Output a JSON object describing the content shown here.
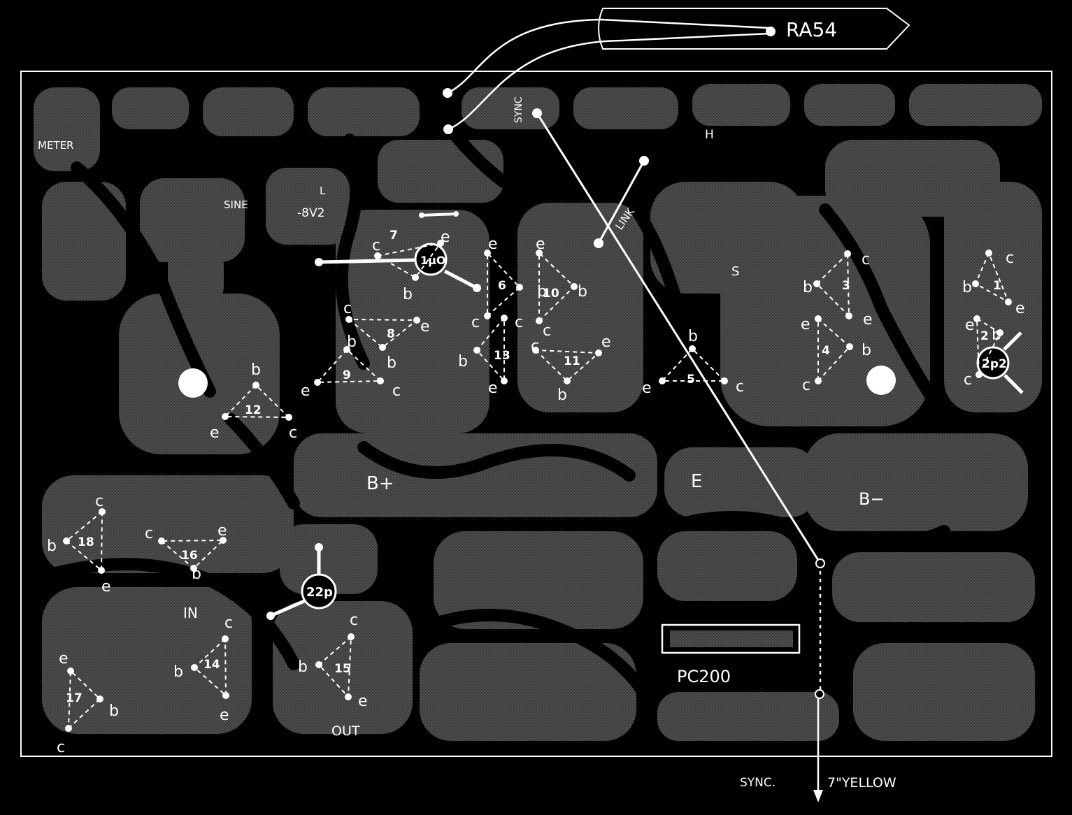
{
  "board": {
    "title": "PC200",
    "board_label_value": "RA54",
    "sync_label_rot": "SYNC",
    "link_label": "LINK",
    "meter_label": "METER",
    "sine_label": "SINE",
    "l_label": "L",
    "v_label": "-8V2",
    "h_label": "H",
    "s_label": "S",
    "bplus_label": "B+",
    "e_label": "E",
    "bminus_label": "B−",
    "in_label": "IN",
    "out_label": "OUT",
    "sync_bottom": "SYNC.",
    "yellow_label": "7\"YELLOW",
    "cap_100": "1μO",
    "cap_2p2": "2p2",
    "cap_22p": "22p"
  },
  "transistors": [
    {
      "id": "t1",
      "num": "1",
      "c": "c",
      "b": "b",
      "e": "e"
    },
    {
      "id": "t2",
      "num": "2",
      "c": "c",
      "b": "b",
      "e": "e"
    },
    {
      "id": "t3",
      "num": "3",
      "c": "c",
      "b": "b",
      "e": "e"
    },
    {
      "id": "t4",
      "num": "4",
      "c": "c",
      "b": "b",
      "e": "e"
    },
    {
      "id": "t5",
      "num": "5",
      "c": "c",
      "b": "b",
      "e": "e"
    },
    {
      "id": "t6",
      "num": "6",
      "c": "c",
      "b": "b",
      "e": "e"
    },
    {
      "id": "t7",
      "num": "7",
      "c": "c",
      "b": "b",
      "e": "e"
    },
    {
      "id": "t8",
      "num": "8",
      "c": "c",
      "b": "b",
      "e": "e"
    },
    {
      "id": "t9",
      "num": "9",
      "c": "c",
      "b": "b",
      "e": "e"
    },
    {
      "id": "t10",
      "num": "10",
      "c": "c",
      "b": "b",
      "e": "e"
    },
    {
      "id": "t11",
      "num": "11",
      "c": "c",
      "b": "b",
      "e": "e"
    },
    {
      "id": "t12",
      "num": "12",
      "c": "c",
      "b": "b",
      "e": "e"
    },
    {
      "id": "t13",
      "num": "13",
      "c": "c",
      "b": "b",
      "e": "e"
    },
    {
      "id": "t14",
      "num": "14",
      "c": "c",
      "b": "b",
      "e": "e"
    },
    {
      "id": "t15",
      "num": "15",
      "c": "c",
      "b": "b",
      "e": "e"
    },
    {
      "id": "t16",
      "num": "16",
      "c": "c",
      "b": "b",
      "e": "e"
    },
    {
      "id": "t17",
      "num": "17",
      "c": "c",
      "b": "b",
      "e": "e"
    },
    {
      "id": "t18",
      "num": "18",
      "c": "c",
      "b": "b",
      "e": "e"
    }
  ],
  "colors": {
    "background": "#000000",
    "copper": "#4a4a4a",
    "ink": "#ffffff"
  }
}
